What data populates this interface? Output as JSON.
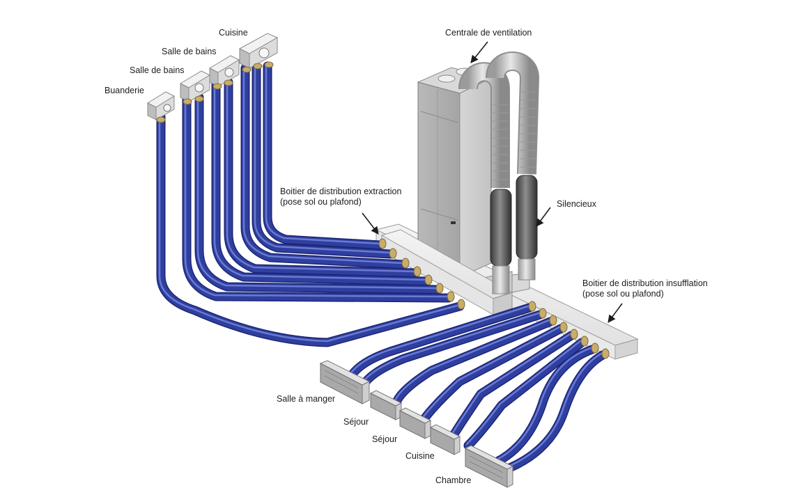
{
  "extraction_rooms": [
    {
      "label": "Cuisine"
    },
    {
      "label": "Salle de bains"
    },
    {
      "label": "Salle de bains"
    },
    {
      "label": "Buanderie"
    }
  ],
  "supply_rooms": [
    {
      "label": "Salle à manger"
    },
    {
      "label": "Séjour"
    },
    {
      "label": "Séjour"
    },
    {
      "label": "Cuisine"
    },
    {
      "label": "Chambre"
    }
  ],
  "components": {
    "unit": "Centrale de ventilation",
    "silencer": "Silencieux",
    "extraction_box": {
      "line1": "Boitier de distribution extraction",
      "line2": "(pose sol ou plafond)"
    },
    "supply_box": {
      "line1": "Boitier de distribution insufflation",
      "line2": "(pose sol ou plafond)"
    }
  },
  "colors": {
    "duct_blue": "#2f3f9f",
    "duct_blue_light": "#5c6cc8",
    "duct_blue_dark": "#1c2675",
    "metal": "#c9c9c9",
    "metal_dark": "#8f8f8f",
    "brass": "#c8ad6a",
    "label_text": "#1c1c1c"
  }
}
